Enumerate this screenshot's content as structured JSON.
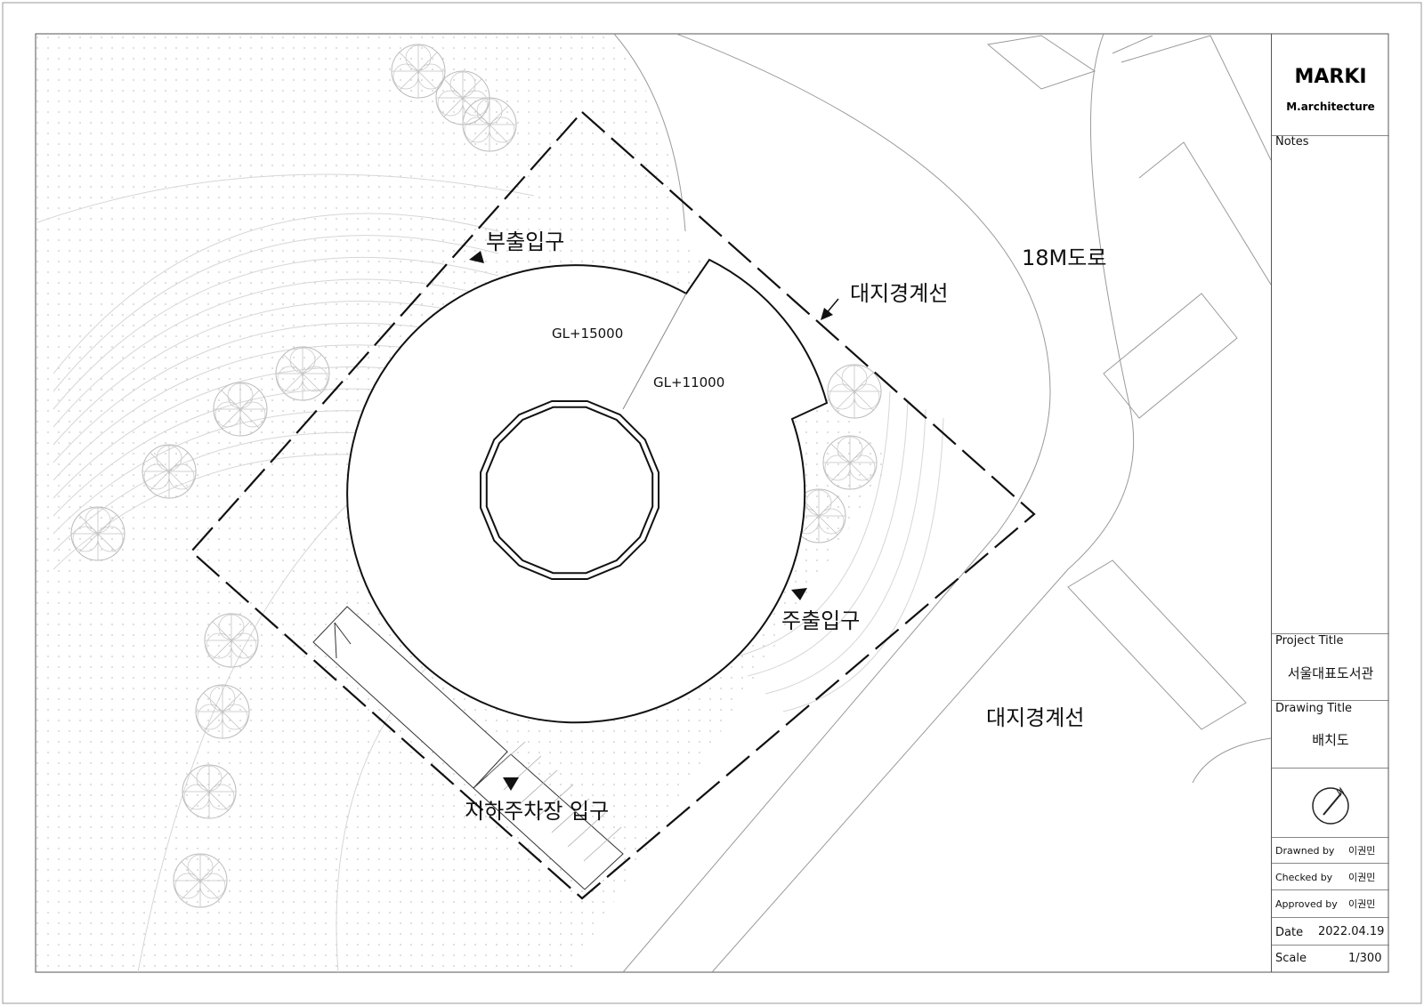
{
  "plan": {
    "road_label": "18M도로",
    "boundary_label": "대지경계선",
    "boundary_label_2": "대지경계선",
    "sub_entrance": "부출입구",
    "main_entrance": "주출입구",
    "parking_entrance": "지하주차장 입구",
    "level_upper": "GL+15000",
    "level_lower": "GL+11000"
  },
  "title_block": {
    "company": "MARKI",
    "company_sub": "M.architecture",
    "notes_label": "Notes",
    "project_title_label": "Project Title",
    "project_title": "서울대표도서관",
    "drawing_title_label": "Drawing Title",
    "drawing_title": "배치도",
    "drawn_by_label": "Drawned by",
    "drawn_by": "이권민",
    "checked_by_label": "Checked by",
    "checked_by": "이권민",
    "approved_by_label": "Approved by",
    "approved_by": "이권민",
    "date_label": "Date",
    "date": "2022.04.19",
    "scale_label": "Scale",
    "scale": "1/300",
    "north_icon": "north-arrow-icon"
  }
}
